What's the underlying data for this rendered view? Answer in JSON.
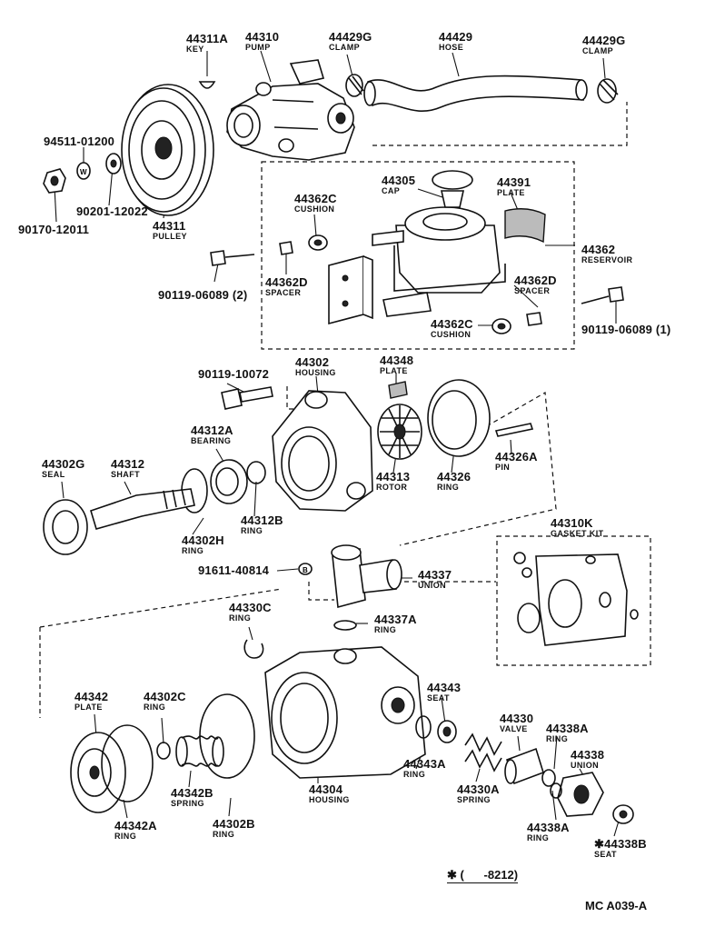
{
  "parts": [
    {
      "id": "p44311a",
      "number": "44311A",
      "name": "KEY"
    },
    {
      "id": "p44310",
      "number": "44310",
      "name": "PUMP"
    },
    {
      "id": "p44429g_1",
      "number": "44429G",
      "name": "CLAMP"
    },
    {
      "id": "p44429",
      "number": "44429",
      "name": "HOSE"
    },
    {
      "id": "p44429g_2",
      "number": "44429G",
      "name": "CLAMP"
    },
    {
      "id": "p94511",
      "number": "94511-01200",
      "name": ""
    },
    {
      "id": "p90201",
      "number": "90201-12022",
      "name": ""
    },
    {
      "id": "p90170",
      "number": "90170-12011",
      "name": ""
    },
    {
      "id": "p44311",
      "number": "44311",
      "name": "PULLEY"
    },
    {
      "id": "p44305",
      "number": "44305",
      "name": "CAP"
    },
    {
      "id": "p44391",
      "number": "44391",
      "name": "PLATE"
    },
    {
      "id": "p44362c_1",
      "number": "44362C",
      "name": "CUSHION"
    },
    {
      "id": "p44362",
      "number": "44362",
      "name": "RESERVOIR"
    },
    {
      "id": "p44362d_1",
      "number": "44362D",
      "name": "SPACER"
    },
    {
      "id": "p44362d_2",
      "number": "44362D",
      "name": "SPACER"
    },
    {
      "id": "p90119_06089_2",
      "number": "90119-06089 (2)",
      "name": ""
    },
    {
      "id": "p44362c_2",
      "number": "44362C",
      "name": "CUSHION"
    },
    {
      "id": "p90119_06089_1",
      "number": "90119-06089 (1)",
      "name": ""
    },
    {
      "id": "p44302",
      "number": "44302",
      "name": "HOUSING"
    },
    {
      "id": "p44348",
      "number": "44348",
      "name": "PLATE"
    },
    {
      "id": "p90119_10072",
      "number": "90119-10072",
      "name": ""
    },
    {
      "id": "p44312a",
      "number": "44312A",
      "name": "BEARING"
    },
    {
      "id": "p44302g",
      "number": "44302G",
      "name": "SEAL"
    },
    {
      "id": "p44312",
      "number": "44312",
      "name": "SHAFT"
    },
    {
      "id": "p44313",
      "number": "44313",
      "name": "ROTOR"
    },
    {
      "id": "p44326",
      "number": "44326",
      "name": "RING"
    },
    {
      "id": "p44326a",
      "number": "44326A",
      "name": "PIN"
    },
    {
      "id": "p44312b",
      "number": "44312B",
      "name": "RING"
    },
    {
      "id": "p44302h",
      "number": "44302H",
      "name": "RING"
    },
    {
      "id": "p44310k",
      "number": "44310K",
      "name": "GASKET KIT"
    },
    {
      "id": "p91611",
      "number": "91611-40814",
      "name": ""
    },
    {
      "id": "p44337",
      "number": "44337",
      "name": "UNION"
    },
    {
      "id": "p44330c",
      "number": "44330C",
      "name": "RING"
    },
    {
      "id": "p44337a",
      "number": "44337A",
      "name": "RING"
    },
    {
      "id": "p44342",
      "number": "44342",
      "name": "PLATE"
    },
    {
      "id": "p44302c",
      "number": "44302C",
      "name": "RING"
    },
    {
      "id": "p44343",
      "number": "44343",
      "name": "SEAT"
    },
    {
      "id": "p44330",
      "number": "44330",
      "name": "VALVE"
    },
    {
      "id": "p44338a_1",
      "number": "44338A",
      "name": "RING"
    },
    {
      "id": "p44338",
      "number": "44338",
      "name": "UNION"
    },
    {
      "id": "p44343a",
      "number": "44343A",
      "name": "RING"
    },
    {
      "id": "p44304",
      "number": "44304",
      "name": "HOUSING"
    },
    {
      "id": "p44342b",
      "number": "44342B",
      "name": "SPRING"
    },
    {
      "id": "p44330a",
      "number": "44330A",
      "name": "SPRING"
    },
    {
      "id": "p44342a",
      "number": "44342A",
      "name": "RING"
    },
    {
      "id": "p44302b",
      "number": "44302B",
      "name": "RING"
    },
    {
      "id": "p44338a_2",
      "number": "44338A",
      "name": "RING"
    },
    {
      "id": "p44338b",
      "number": "✱44338B",
      "name": "SEAT"
    }
  ],
  "footnote": "✱ (      -8212)",
  "diagram_code": "MC A039-A"
}
